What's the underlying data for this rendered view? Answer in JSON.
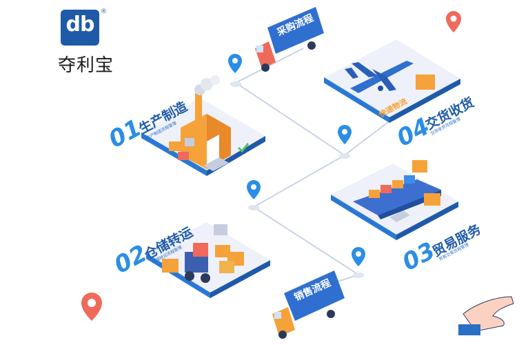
{
  "brand": {
    "logo_mark": "db",
    "registered": "®",
    "name": "夺利宝"
  },
  "steps": [
    {
      "number": "01",
      "title": "生产制造",
      "subtitle": "生产制造流程管理"
    },
    {
      "number": "02",
      "title": "仓储转运",
      "subtitle": "仓储转运流程管理"
    },
    {
      "number": "03",
      "title": "贸易服务",
      "subtitle": "贸易交易流程管理"
    },
    {
      "number": "04",
      "title": "交货收货",
      "subtitle": "交货收货流程管理"
    }
  ],
  "trucks": {
    "purchase": "采购流程",
    "sales": "销售流程"
  },
  "logistics_label": "快递物流",
  "colors": {
    "primary_blue": "#1f5aa8",
    "accent_blue": "#2a8ee6",
    "platform": "#eef1f9",
    "orange": "#f5a23a",
    "red_pin": "#ef6a5a"
  },
  "icons": [
    "location-pin-icon",
    "factory-icon",
    "forklift-icon",
    "cargo-ship-icon",
    "airplane-icon",
    "truck-icon",
    "hand-icon"
  ]
}
